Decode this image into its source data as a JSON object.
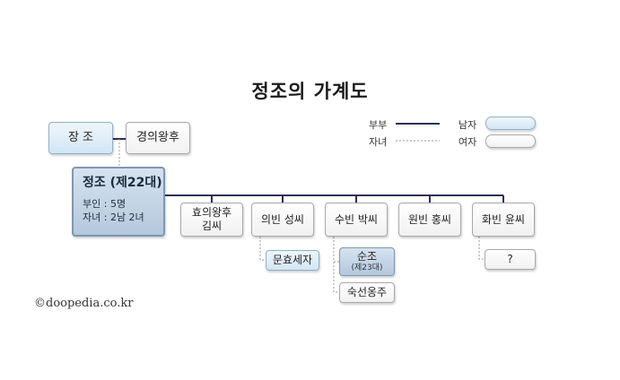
{
  "title": "정조의 가계도",
  "legend": {
    "spouse": "부부",
    "child": "자녀",
    "male": "남자",
    "female": "여자"
  },
  "nodes": {
    "jangjo": "장 조",
    "gyeongui": "경의왕후",
    "jeongjo": {
      "name": "정조 (제22대)",
      "wives": "부인 : 5명",
      "children": "자녀 : 2남 2녀"
    },
    "hyoui_line1": "효의왕후",
    "hyoui_line2": "김씨",
    "uibin": "의빈 성씨",
    "subin": "수빈 박씨",
    "wonbin": "원빈 홍씨",
    "hwabin": "화빈 윤씨",
    "munhyo": "문효세자",
    "sunjo": "순조",
    "sunjo_sub": "(제23대)",
    "sukseon": "숙선옹주",
    "unknown": "?"
  },
  "credit": "doopedia.co.kr",
  "colors": {
    "spouse_line": "#2b2f55",
    "child_line": "#999999",
    "male_fill": "#dbe9f5",
    "main_fill": "#c2d3e5",
    "female_fill": "#f6f6f6"
  }
}
